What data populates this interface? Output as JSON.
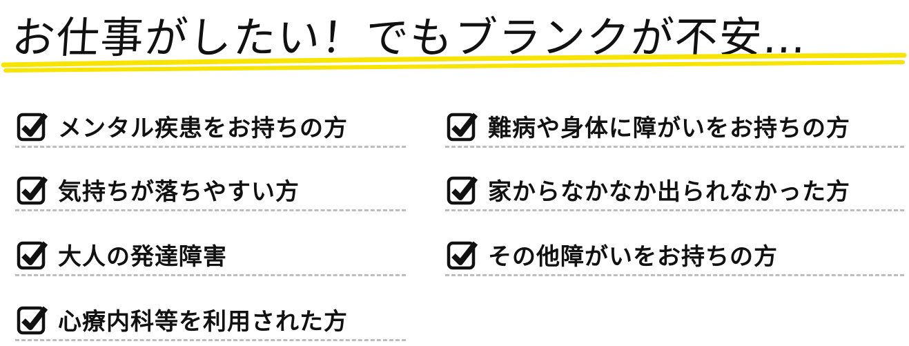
{
  "title": "お仕事がしたい！でもブランクが不安…",
  "accent_color": "#f7e400",
  "left_items": [
    "メンタル疾患をお持ちの方",
    "気持ちが落ちやすい方",
    "大人の発達障害",
    "心療内科等を利用された方"
  ],
  "right_items": [
    "難病や身体に障がいをお持ちの方",
    "家からなかなか出られなかった方",
    "その他障がいをお持ちの方"
  ]
}
